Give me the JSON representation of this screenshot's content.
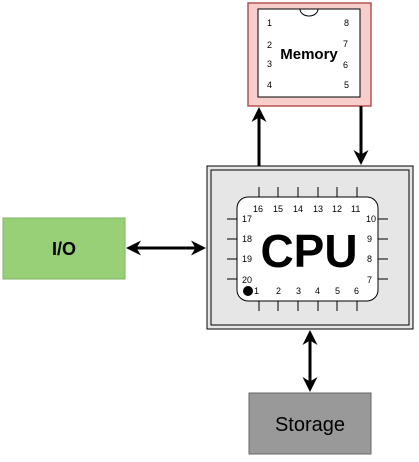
{
  "nodes": {
    "memory": {
      "label": "Memory",
      "pins": [
        "1",
        "2",
        "3",
        "4",
        "5",
        "6",
        "7",
        "8"
      ],
      "fill": "#f8cecc",
      "stroke": "#b85450"
    },
    "cpu": {
      "label": "CPU",
      "pins": [
        "1",
        "2",
        "3",
        "4",
        "5",
        "6",
        "7",
        "8",
        "9",
        "10",
        "11",
        "12",
        "13",
        "14",
        "15",
        "16",
        "17",
        "18",
        "19",
        "20"
      ],
      "fill": "#e6e6e6"
    },
    "io": {
      "label": "I/O",
      "fill": "#97d077",
      "stroke": "#82b366"
    },
    "storage": {
      "label": "Storage",
      "fill": "#999999"
    }
  },
  "edges": [
    {
      "from": "cpu",
      "to": "memory",
      "direction": "up"
    },
    {
      "from": "memory",
      "to": "cpu",
      "direction": "down"
    },
    {
      "from": "io",
      "to": "cpu",
      "direction": "bidirectional"
    },
    {
      "from": "cpu",
      "to": "storage",
      "direction": "bidirectional"
    }
  ]
}
